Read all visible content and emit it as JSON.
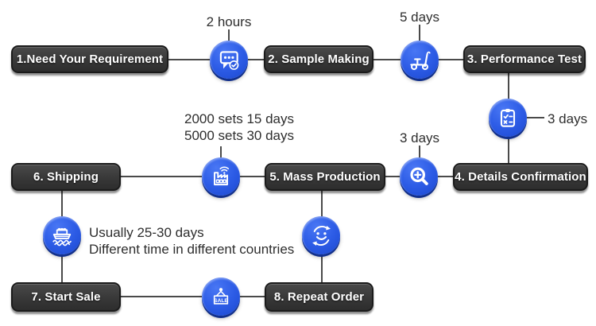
{
  "flow": {
    "steps": [
      {
        "label": "1.Need Your Requirement"
      },
      {
        "label": "2. Sample Making"
      },
      {
        "label": "3. Performance Test"
      },
      {
        "label": "4. Details Confirmation"
      },
      {
        "label": "5. Mass Production"
      },
      {
        "label": "6. Shipping"
      },
      {
        "label": "7. Start Sale"
      },
      {
        "label": "8. Repeat Order"
      }
    ],
    "notes": {
      "sample_making_time": "2 hours",
      "performance_test_time": "5 days",
      "details_confirmation_time": "3 days",
      "mass_production_check_time": "3 days",
      "production_lead_1": "2000 sets 15 days",
      "production_lead_2": "5000 sets 30 days",
      "shipping_note_1": "Usually 25-30 days",
      "shipping_note_2": "Different time in different countries"
    },
    "sale_sign_label": "SALE",
    "icons": {
      "between_1_2": "chat-check-icon",
      "between_2_3": "scooter-icon",
      "between_3_4": "clipboard-checklist-icon",
      "between_4_5": "zoom-in-icon",
      "between_5_6": "factory-icon",
      "between_6_7": "ship-icon",
      "between_5_8": "smiley-repeat-icon",
      "between_7_8": "sale-sign-icon"
    },
    "colors": {
      "icon_blue": "#2a58e2",
      "icon_blue_shadow": "#12308c",
      "step_box": "#3a3a3a",
      "connector": "#4a4a4a",
      "text": "#2e2e2e"
    }
  }
}
